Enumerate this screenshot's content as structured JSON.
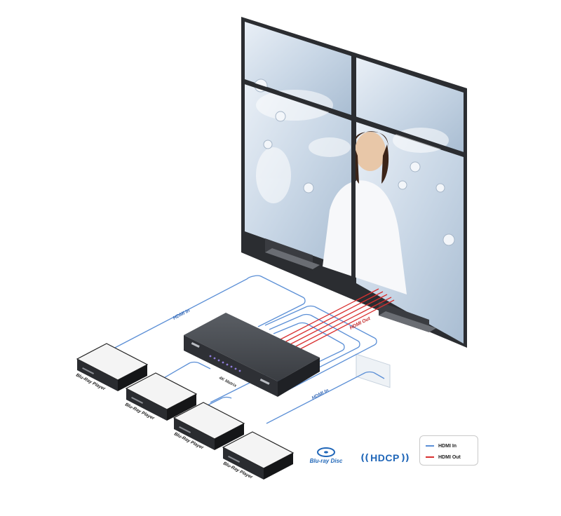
{
  "labels": {
    "hdmi_in_top": "HDMI In",
    "hdmi_in_bottom": "HDMI In",
    "hdmi_out": "HDMI Out",
    "switch_label": "4K Matrix"
  },
  "players": [
    {
      "label": "Blu-Ray Player"
    },
    {
      "label": "Blu-Ray Player"
    },
    {
      "label": "Blu-Ray Player"
    },
    {
      "label": "Blu-Ray Player"
    }
  ],
  "logos": {
    "bluray_text": "Blu-ray Disc",
    "hdcp_text": "HDCP"
  },
  "legend": {
    "hdmi_in": "HDMI In",
    "hdmi_out": "HDMI Out"
  },
  "colors": {
    "hdmi_in": "#5b8fd6",
    "hdmi_out": "#d93030",
    "brand_blue": "#1f66b8"
  }
}
